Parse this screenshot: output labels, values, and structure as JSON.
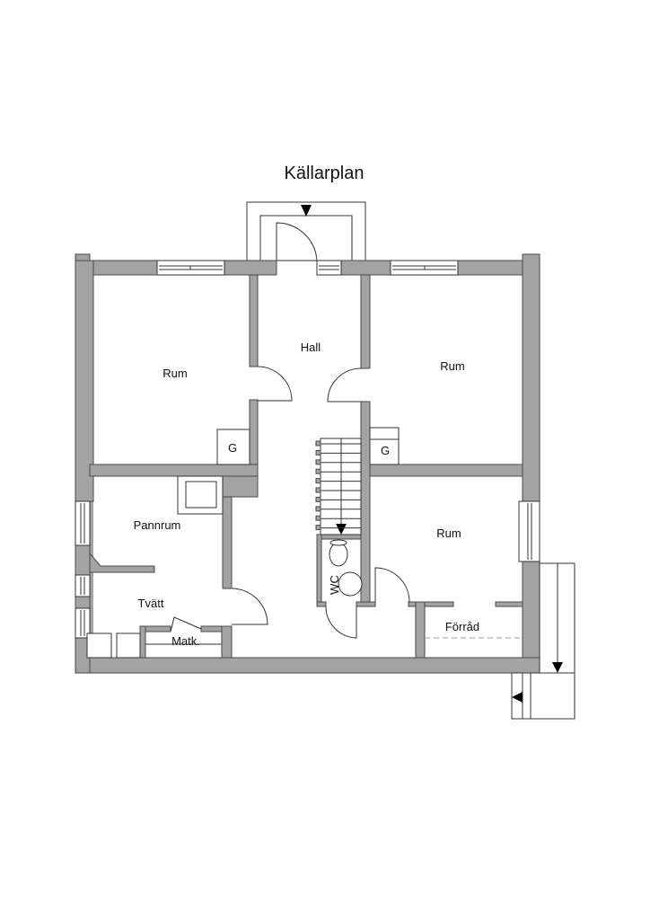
{
  "title": "Källarplan",
  "rooms": {
    "rum_top_left": "Rum",
    "hall": "Hall",
    "rum_top_right": "Rum",
    "rum_bottom_right": "Rum",
    "pannrum": "Pannrum",
    "tvatt": "Tvätt",
    "matk": "Matk.",
    "wc": "WC",
    "forrad": "Förråd"
  },
  "labels": {
    "g_left": "G",
    "g_right": "G"
  },
  "colors": {
    "wall": "#a3a3a3",
    "line": "#333333"
  }
}
